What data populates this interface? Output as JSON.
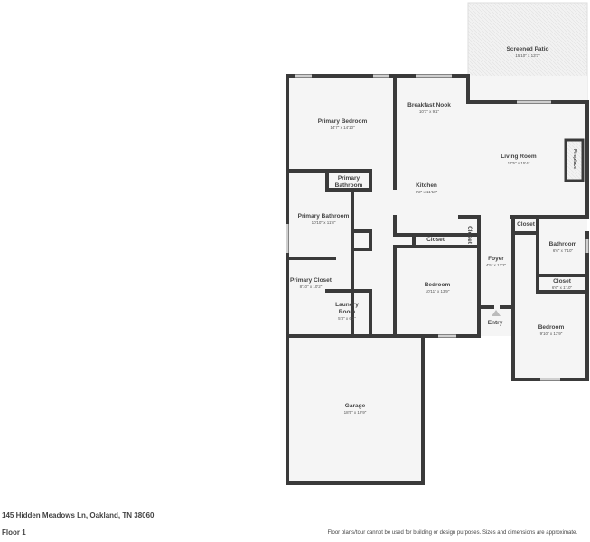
{
  "address": "145 Hidden Meadows Ln, Oakland, TN 38060",
  "floor": "Floor 1",
  "disclaimer": "Floor plans/tour cannot be used for building or design purposes. Sizes and dimensions are approximate.",
  "rooms": [
    {
      "name": "Screened Patio",
      "dim": "15'10\" x 13'3\""
    },
    {
      "name": "Primary Bedroom",
      "dim": "14'7\" x 14'10\""
    },
    {
      "name": "Breakfast Nook",
      "dim": "10'1\" x 9'1\""
    },
    {
      "name": "Living Room",
      "dim": "17'5\" x 15'4\""
    },
    {
      "name": "Fireplace"
    },
    {
      "name": "Primary Bathroom"
    },
    {
      "name": "Kitchen",
      "dim": "8'2\" x 11'10\""
    },
    {
      "name": "Primary Bathroom",
      "dim": "10'10\" x 11'8\""
    },
    {
      "name": "Closet"
    },
    {
      "name": "Closet"
    },
    {
      "name": "Closet"
    },
    {
      "name": "Bathroom",
      "dim": "6'6\" x 7'10\""
    },
    {
      "name": "Foyer",
      "dim": "4'5\" x 12'2\""
    },
    {
      "name": "Primary Closet",
      "dim": "8'10\" x 10'2\""
    },
    {
      "name": "Bedroom",
      "dim": "10'11\" x 13'9\""
    },
    {
      "name": "Closet",
      "dim": "6'6\" x 1'10\""
    },
    {
      "name": "Laundry Room",
      "dim": "5'3\" x 6'2\""
    },
    {
      "name": "Entry"
    },
    {
      "name": "Bedroom",
      "dim": "9'10\" x 13'9\""
    },
    {
      "name": "Garage",
      "dim": "18'5\" x 19'9\""
    }
  ],
  "colors": {
    "wall": "#3a3a3a",
    "floor": "#f5f5f5",
    "patio": "#f0f0f0",
    "window": "#cfcfcf"
  }
}
